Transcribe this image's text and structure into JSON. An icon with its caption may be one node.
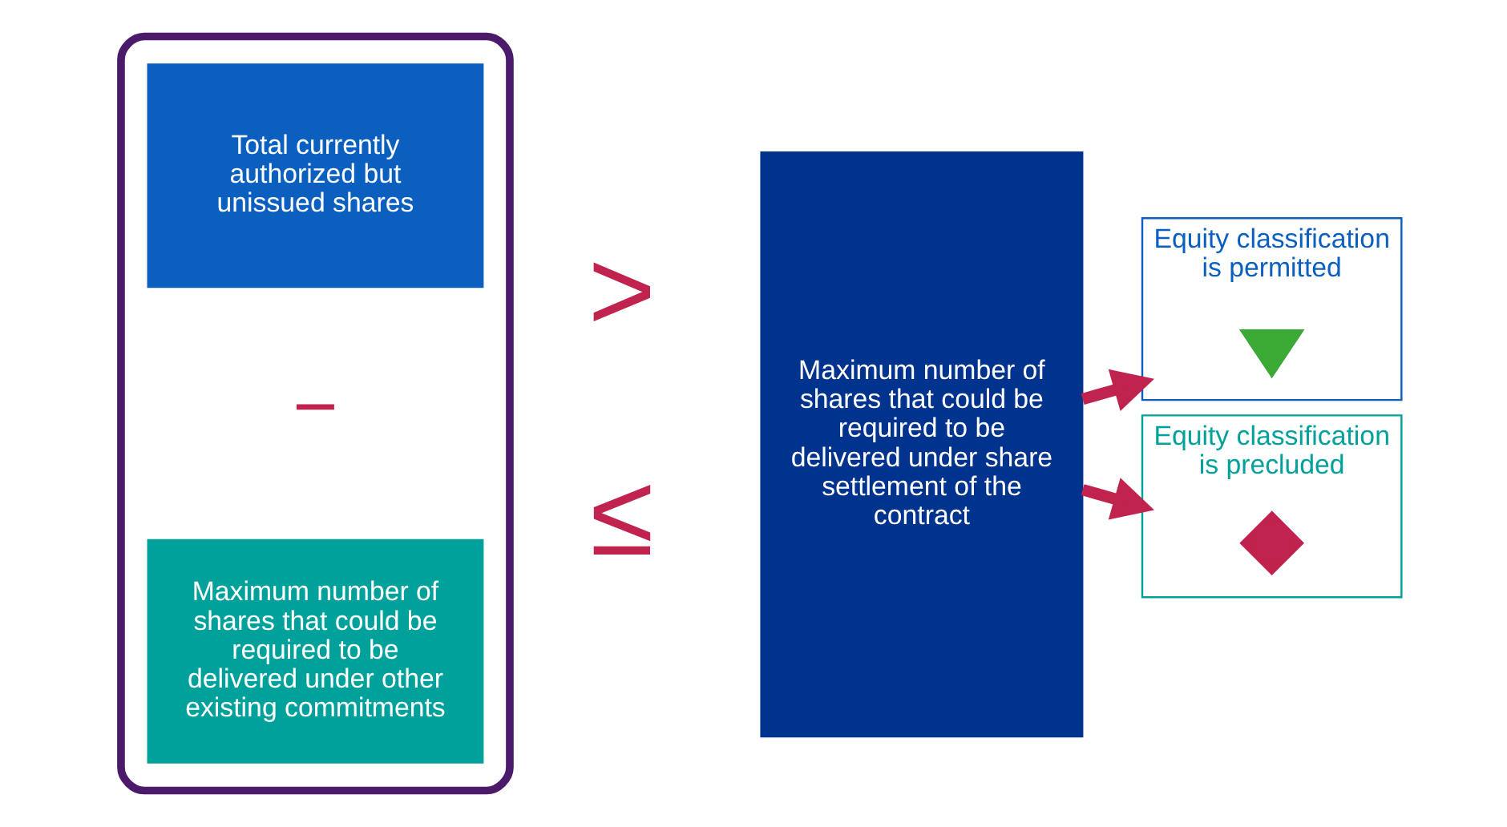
{
  "diagram": {
    "nodes": [
      {
        "text": [],
        "shape": "bracket"
      },
      {
        "text": [
          "Total currently authorized but unissued shares"
        ],
        "in": 0
      },
      {
        "text": [
          "−"
        ],
        "in": 0
      },
      {
        "text": [
          "Maximum number of shares that could be required to be delivered under other existing commitments"
        ],
        "in": 0
      },
      {
        "text": [
          ">"
        ]
      },
      {
        "text": [
          "≤"
        ]
      },
      {
        "text": [
          "Maximum number of shares that could be required to be delivered under share settlement of the contract"
        ]
      },
      {
        "text": [
          "Equity classification is permitted"
        ]
      },
      {
        "text": [],
        "shape": "check",
        "in": 7
      },
      {
        "text": [
          "Equity classification is precluded"
        ]
      },
      {
        "text": [],
        "shape": "cross",
        "in": 9
      }
    ],
    "edges": [
      {
        "from": 6,
        "to": 7,
        "arrow": "to"
      },
      {
        "from": 6,
        "to": 9,
        "arrow": "to"
      }
    ]
  }
}
